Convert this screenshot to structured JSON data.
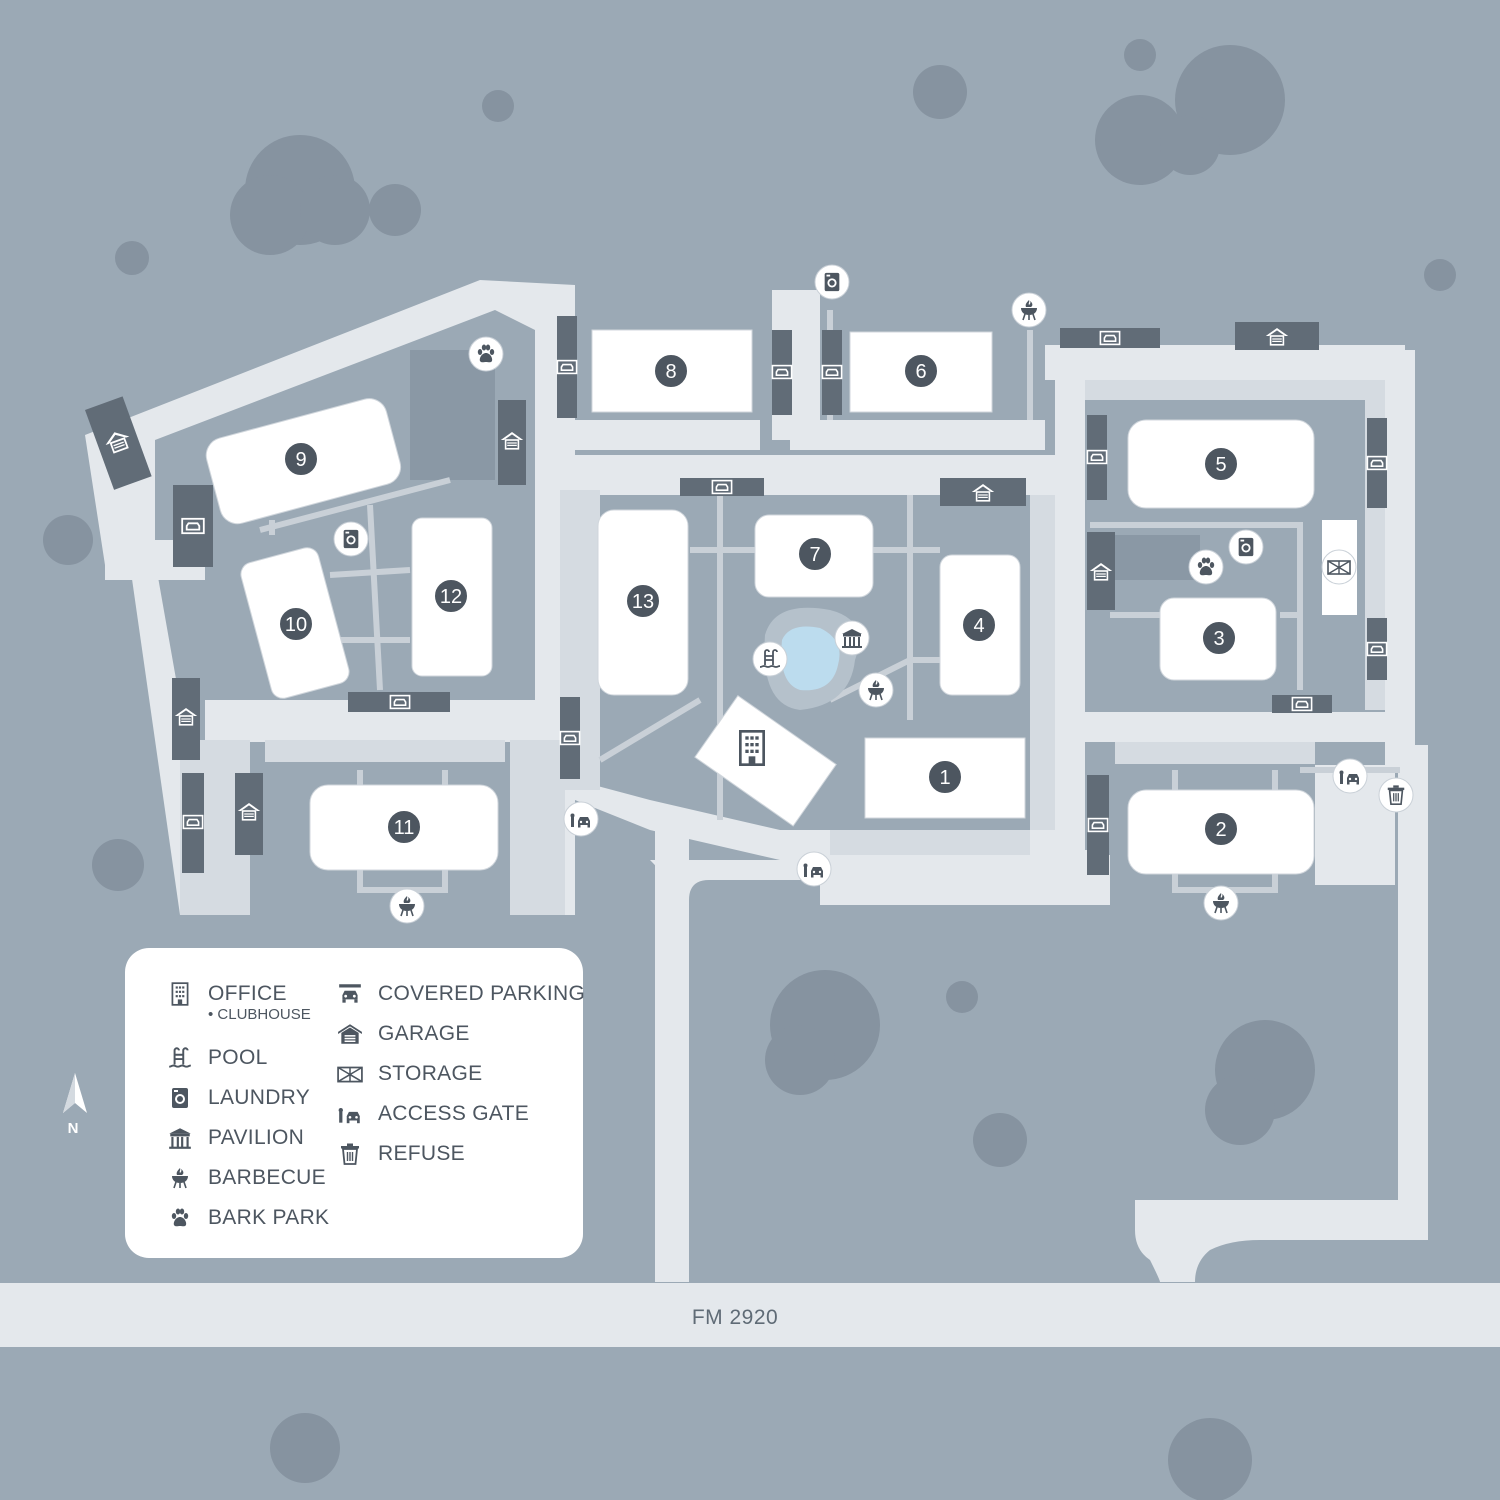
{
  "road": {
    "name": "FM 2920"
  },
  "compass": {
    "label": "N"
  },
  "buildings": [
    {
      "id": "building-1",
      "label": "1"
    },
    {
      "id": "building-2",
      "label": "2"
    },
    {
      "id": "building-3",
      "label": "3"
    },
    {
      "id": "building-4",
      "label": "4"
    },
    {
      "id": "building-5",
      "label": "5"
    },
    {
      "id": "building-6",
      "label": "6"
    },
    {
      "id": "building-7",
      "label": "7"
    },
    {
      "id": "building-8",
      "label": "8"
    },
    {
      "id": "building-9",
      "label": "9"
    },
    {
      "id": "building-10",
      "label": "10"
    },
    {
      "id": "building-11",
      "label": "11"
    },
    {
      "id": "building-12",
      "label": "12"
    },
    {
      "id": "building-13",
      "label": "13"
    }
  ],
  "legend": {
    "office": {
      "label": "OFFICE",
      "sub": "• CLUBHOUSE",
      "icon": "office-icon"
    },
    "pool": {
      "label": "POOL",
      "icon": "pool-icon"
    },
    "laundry": {
      "label": "LAUNDRY",
      "icon": "laundry-icon"
    },
    "pavilion": {
      "label": "PAVILION",
      "icon": "pavilion-icon"
    },
    "barbecue": {
      "label": "BARBECUE",
      "icon": "barbecue-icon"
    },
    "bark_park": {
      "label": "BARK PARK",
      "icon": "paw-icon"
    },
    "covered_parking": {
      "label": "COVERED PARKING",
      "icon": "covered-parking-icon"
    },
    "garage": {
      "label": "GARAGE",
      "icon": "garage-icon"
    },
    "storage": {
      "label": "STORAGE",
      "icon": "storage-icon"
    },
    "access_gate": {
      "label": "ACCESS GATE",
      "icon": "access-gate-icon"
    },
    "refuse": {
      "label": "REFUSE",
      "icon": "refuse-icon"
    }
  },
  "colors": {
    "ground": "#9ba9b5",
    "pavement": "#e4e8ec",
    "building": "#ffffff",
    "marker": "#4d5660",
    "tree": "#8693a0",
    "water": "#bcdcee"
  }
}
